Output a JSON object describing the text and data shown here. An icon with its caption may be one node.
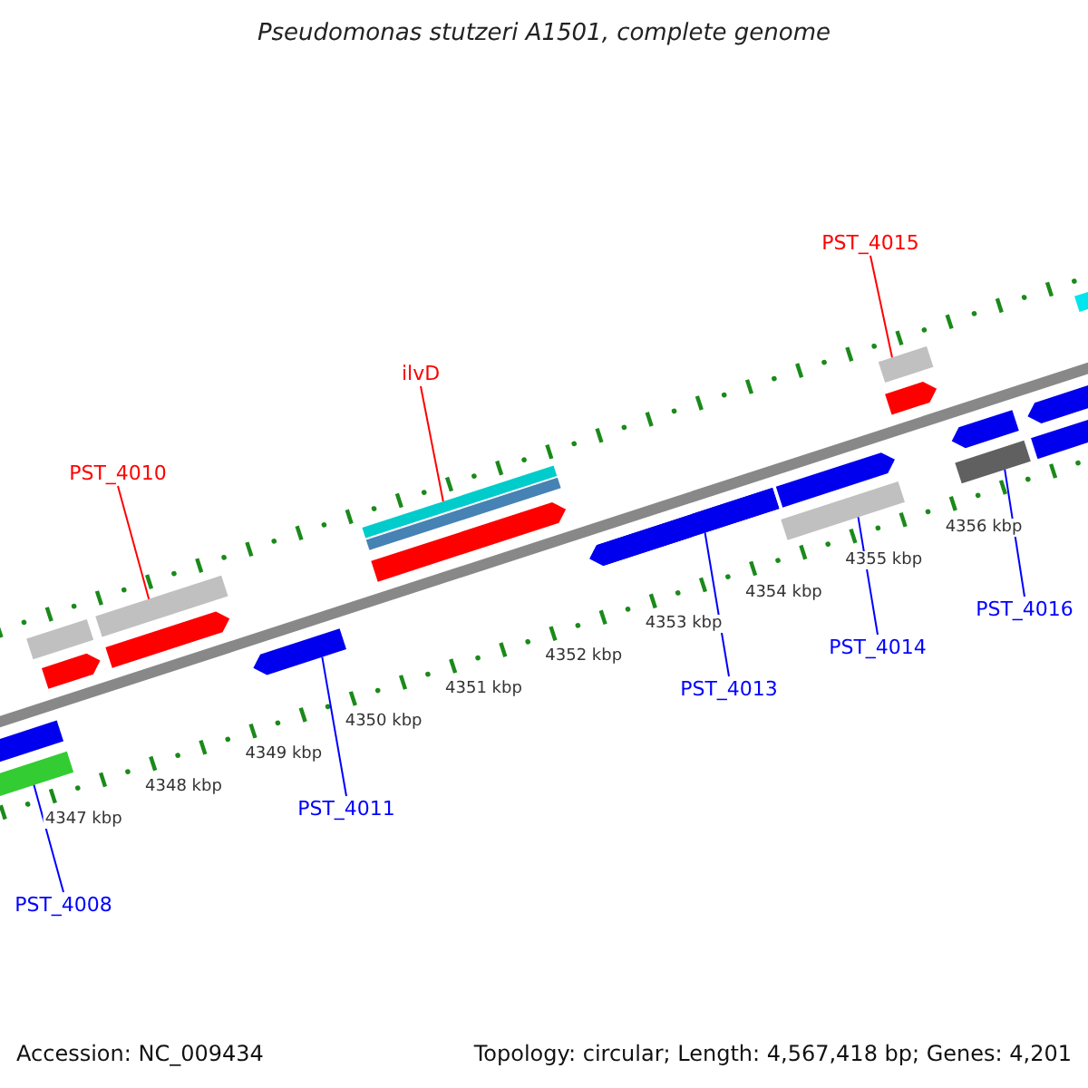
{
  "diagram": {
    "title": "Pseudomonas stutzeri A1501, complete genome",
    "nodes": [
      {
        "text": [
          "PST_4015"
        ]
      },
      {
        "text": [
          "ilvD"
        ]
      },
      {
        "text": [
          "PST_4010"
        ]
      },
      {
        "text": [
          "PST_4016"
        ]
      },
      {
        "text": [
          "PST_4014"
        ]
      },
      {
        "text": [
          "PST_4013"
        ]
      },
      {
        "text": [
          "PST_4011"
        ]
      },
      {
        "text": [
          "PST_4008"
        ]
      },
      {
        "text": [],
        "shape": "bar"
      },
      {
        "text": [],
        "shape": "bar"
      },
      {
        "text": [],
        "shape": "bar"
      },
      {
        "text": [],
        "shape": "bar"
      },
      {
        "text": [],
        "shape": "bar"
      },
      {
        "text": [],
        "shape": "bar"
      },
      {
        "text": [],
        "shape": "bar"
      },
      {
        "text": [],
        "shape": "bar"
      }
    ],
    "edges": [
      {
        "from": 0,
        "to": 10,
        "arrow": "none",
        "color": "#ff0000"
      },
      {
        "from": 1,
        "to": 9,
        "arrow": "none",
        "color": "#ff0000"
      },
      {
        "from": 2,
        "to": 8,
        "arrow": "none",
        "color": "#ff0000"
      },
      {
        "from": 3,
        "to": 15,
        "arrow": "none"
      },
      {
        "from": 4,
        "to": 14,
        "arrow": "none"
      },
      {
        "from": 5,
        "to": 13,
        "arrow": "none"
      },
      {
        "from": 6,
        "to": 12,
        "arrow": "none"
      },
      {
        "from": 7,
        "to": 11,
        "arrow": "none"
      }
    ],
    "labels": [
      "4347 kbp",
      "4348 kbp",
      "4349 kbp",
      "4350 kbp",
      "4351 kbp",
      "4352 kbp",
      "4353 kbp",
      "4354 kbp",
      "4355 kbp",
      "4356 kbp",
      "Accession: NC_009434",
      "Topology: circular; Length: 4,567,418 bp; Genes: 4,201"
    ]
  }
}
